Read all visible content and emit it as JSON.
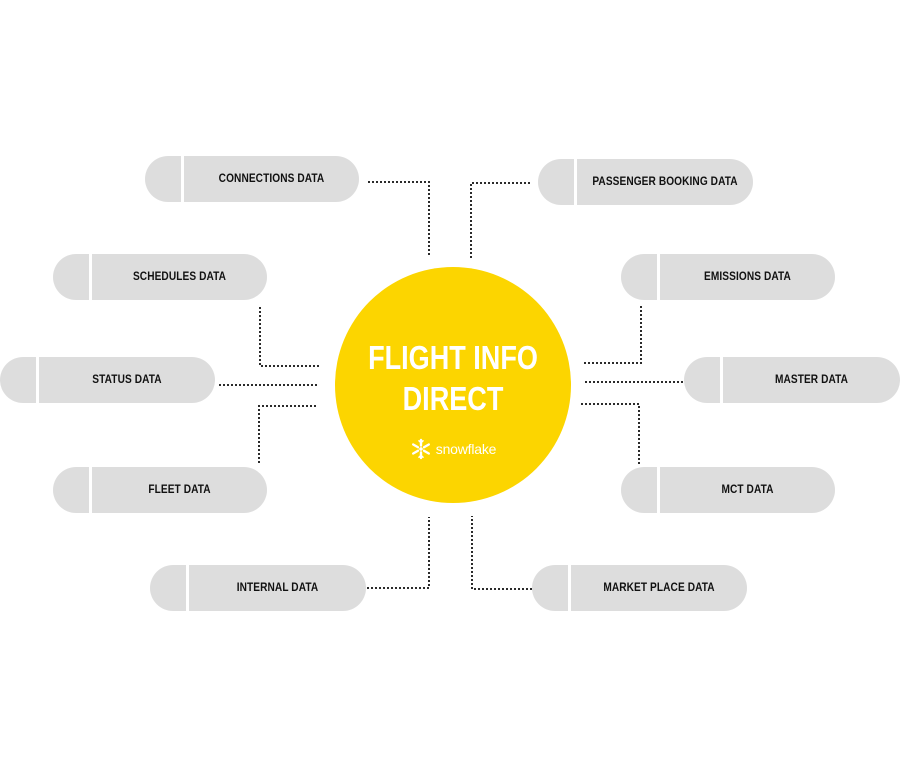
{
  "hub": {
    "title_line1": "FLIGHT INFO",
    "title_line2": "DIRECT",
    "brand": "snowflake",
    "brand_icon": "snowflake-icon",
    "color": "#fcd500"
  },
  "nodes": [
    {
      "id": "connections",
      "label": "CONNECTIONS DATA"
    },
    {
      "id": "schedules",
      "label": "SCHEDULES DATA"
    },
    {
      "id": "status",
      "label": "STATUS DATA"
    },
    {
      "id": "fleet",
      "label": "FLEET DATA"
    },
    {
      "id": "internal",
      "label": "INTERNAL DATA"
    },
    {
      "id": "passenger-booking",
      "label": "PASSENGER BOOKING DATA"
    },
    {
      "id": "emissions",
      "label": "EMISSIONS DATA"
    },
    {
      "id": "master",
      "label": "MASTER DATA"
    },
    {
      "id": "mct",
      "label": "MCT DATA"
    },
    {
      "id": "market-place",
      "label": "MARKET PLACE DATA"
    }
  ],
  "colors": {
    "pill": "#dddddd",
    "connector": "#2b2b2b"
  }
}
